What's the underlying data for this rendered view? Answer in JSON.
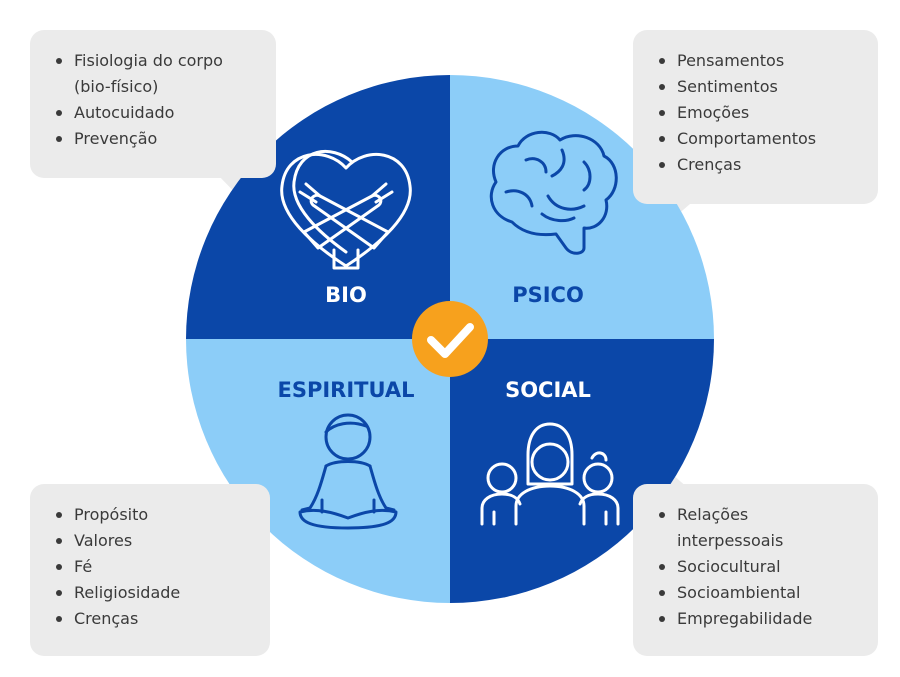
{
  "quadrants": {
    "bio": {
      "label": "BIO",
      "color": "#0b47a8",
      "icon": "heart-hug-icon",
      "items": [
        "Fisiologia do corpo\n(bio-físico)",
        "Autocuidado",
        "Prevenção"
      ]
    },
    "psico": {
      "label": "PSICO",
      "color": "#8ccdf8",
      "icon": "brain-icon",
      "items": [
        "Pensamentos",
        "Sentimentos",
        "Emoções",
        "Comportamentos",
        "Crenças"
      ]
    },
    "espiritual": {
      "label": "ESPIRITUAL",
      "color": "#8ccdf8",
      "icon": "meditation-icon",
      "items": [
        "Propósito",
        "Valores",
        "Fé",
        "Religiosidade",
        "Crenças"
      ]
    },
    "social": {
      "label": "SOCIAL",
      "color": "#0b47a8",
      "icon": "people-group-icon",
      "items": [
        "Relações\ninterpessoais",
        "Sociocultural",
        "Socioambiental",
        "Empregabilidade"
      ]
    }
  },
  "center": {
    "icon": "checkmark-icon",
    "color": "#f7a11d"
  },
  "callout_color": "#ebebeb",
  "dark_text": "#0b47a8",
  "light_text": "#ffffff"
}
